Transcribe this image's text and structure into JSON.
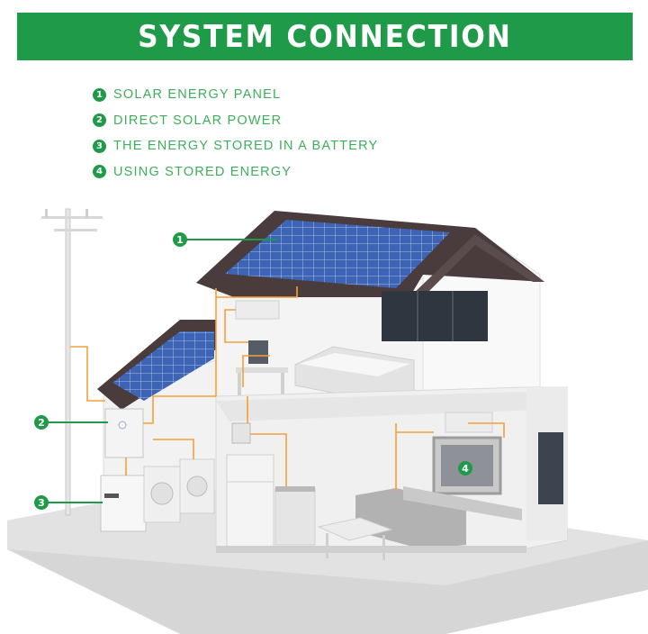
{
  "title": "SYSTEM CONNECTION",
  "legend": [
    {
      "num": "1",
      "text": "SOLAR ENERGY PANEL"
    },
    {
      "num": "2",
      "text": "DIRECT SOLAR POWER"
    },
    {
      "num": "3",
      "text": "THE ENERGY STORED IN A BATTERY"
    },
    {
      "num": "4",
      "text": "USING STORED ENERGY"
    }
  ],
  "callouts": {
    "c1": "1",
    "c2": "2",
    "c3": "3",
    "c4": "4"
  },
  "colors": {
    "accent": "#1f9a48",
    "legend_text": "#3fae5a",
    "wire": "#f3a03a",
    "roof": "#4a3b3c",
    "panel": "#3e64b5"
  }
}
